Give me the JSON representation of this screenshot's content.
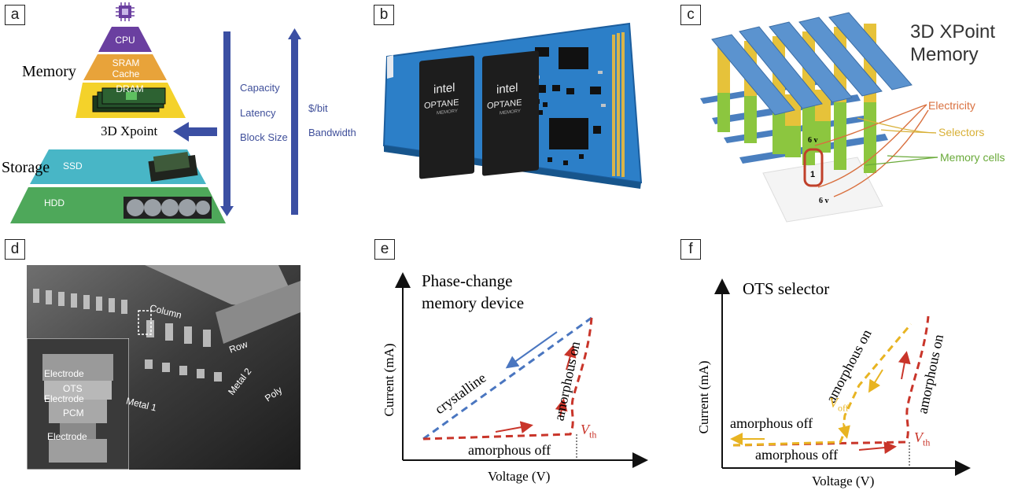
{
  "panels": {
    "a": {
      "label": "a",
      "memory_label": "Memory",
      "storage_label": "Storage",
      "xpoint_label": "3D Xpoint",
      "tiers": [
        "CPU",
        "SRAM\nCache",
        "DRAM",
        "SSD",
        "HDD"
      ],
      "down_arrow_labels": [
        "Capacity",
        "Latency",
        "Block Size"
      ],
      "up_arrow_labels": [
        "$/bit",
        "Bandwidth"
      ]
    },
    "b": {
      "label": "b",
      "chip_brand": "intel",
      "chip_product": "OPTANE",
      "chip_sub": "MEMORY"
    },
    "c": {
      "label": "c",
      "title": "3D XPoint\nMemory",
      "legend": [
        "Electricity",
        "Selectors",
        "Memory cells"
      ],
      "voltage_top": "6 v",
      "voltage_bottom": "6 v",
      "cell_number": "1"
    },
    "d": {
      "label": "d",
      "sem_labels": [
        "Column",
        "Row",
        "Metal 2",
        "Poly",
        "Metal 1"
      ],
      "inset_labels": [
        "Electrode",
        "OTS",
        "Electrode",
        "PCM",
        "Electrode"
      ]
    },
    "e": {
      "label": "e",
      "title": "Phase-change\nmemory device",
      "ylabel": "Current (mA)",
      "xlabel": "Voltage (V)",
      "crystalline": "crystalline",
      "amorph_on": "amorphous on",
      "amorph_off": "amorphous off",
      "vth": "V",
      "vth_sub": "th"
    },
    "f": {
      "label": "f",
      "title": "OTS selector",
      "ylabel": "Current (mA)",
      "xlabel": "Voltage (V)",
      "amorph_on_left": "amorphous on",
      "amorph_on_right": "amorphous on",
      "amorph_off_upper": "amorphous off",
      "amorph_off_lower": "amorphous off",
      "voff": "V",
      "voff_sub": "off",
      "vth": "V",
      "vth_sub": "th"
    }
  },
  "colors": {
    "arrow_blue": "#3b4fa3",
    "cpu": "#6a3fa0",
    "sram": "#e8a33a",
    "dram": "#f4d22a",
    "ssd": "#48b6c6",
    "hdd": "#4ea85a",
    "curve_red": "#c9352a",
    "curve_blue": "#4a76c0",
    "curve_yellow": "#e8b422",
    "electricity": "#d9703f",
    "selectors": "#d8b037",
    "memory_cells": "#6aaa3a"
  }
}
